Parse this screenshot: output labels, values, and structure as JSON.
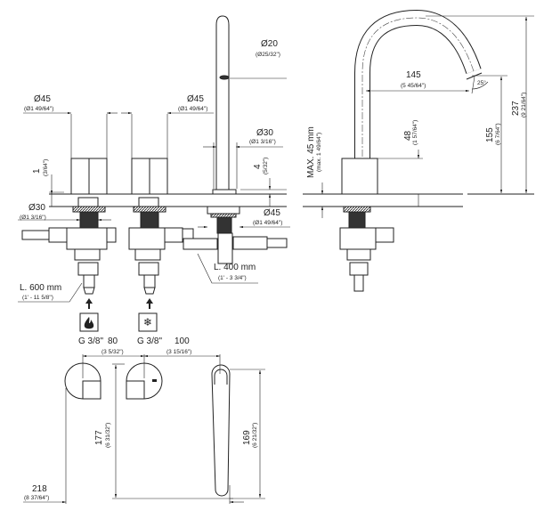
{
  "front": {
    "spout_dia": "Ø20",
    "spout_dia_in": "(Ø25/32\")",
    "handle_left_dia": "Ø45",
    "handle_left_dia_in": "(Ø1 49/64\")",
    "handle_right_dia": "Ø45",
    "handle_right_dia_in": "(Ø1 49/64\")",
    "spout_base_dia": "Ø30",
    "spout_base_dia_in": "(Ø1 3/16\")",
    "handle_gap": "1",
    "handle_gap_in": "(3/64\")",
    "spout_gap": "4",
    "spout_gap_in": "(5/32\")",
    "shank_dia": "Ø30",
    "shank_dia_in": "(Ø1 3/16\")",
    "flange_dia": "Ø45",
    "flange_dia_in": "(Ø1 49/64\")",
    "hose_long": "L. 600 mm",
    "hose_long_in": "(1' - 11 5/8\")",
    "hose_short": "L. 400 mm",
    "hose_short_in": "(1' - 3 3/4\")",
    "hot_icon": "flame-icon",
    "cold_icon": "snowflake-icon",
    "hot_thread": "G 3/8\"",
    "cold_thread": "G 3/8\""
  },
  "side": {
    "reach": "145",
    "reach_in": "(5 45/64\")",
    "angle": "25°",
    "total_height": "237",
    "total_height_in": "(9 21/64\")",
    "outlet_height": "155",
    "outlet_height_in": "(6 7/64\")",
    "body_height": "48",
    "body_height_in": "(1 57/64\")",
    "max_thickness": "MAX. 45 mm",
    "max_thickness_in": "(max. 1 49/64\")"
  },
  "top": {
    "handle_spacing": "80",
    "handle_spacing_in": "(3 5/32\")",
    "spout_spacing": "100",
    "spout_spacing_in": "(3 15/16\")",
    "depth": "177",
    "depth_in": "(6 31/32\")",
    "spout_length": "169",
    "spout_length_in": "(6 21/32\")",
    "overall_width": "218",
    "overall_width_in": "(8 37/64\")"
  }
}
